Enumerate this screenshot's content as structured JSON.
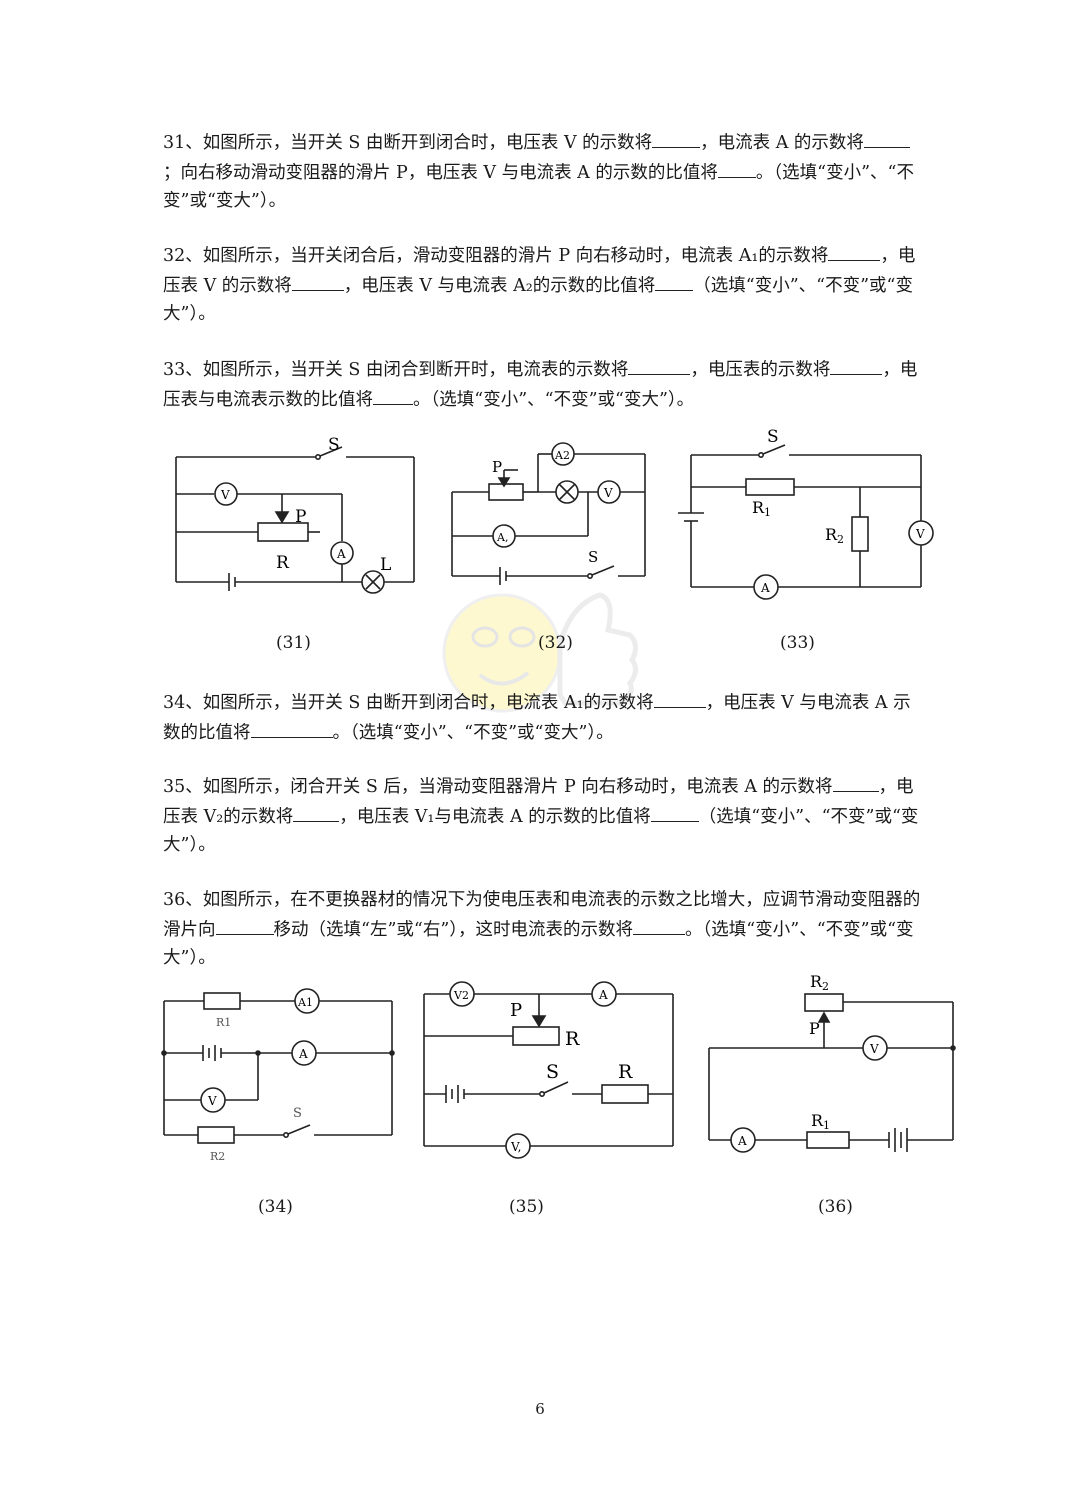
{
  "questions": [
    {
      "id": "q31",
      "segments": [
        "31、如图所示，当开关 S 由断开到闭合时，电压表 V 的示数将",
        "，电流表 A 的示数将",
        "；向右移动滑动变阻器的滑片 P，电压表 V 与电流表 A 的示数的比值将",
        "。（选填“变小”、“不变”或“变大”）。"
      ]
    },
    {
      "id": "q32",
      "segments": [
        "32、如图所示，当开关闭合后，滑动变阻器的滑片 P 向右移动时，电流表 A₁的示数将",
        "，电压表 V 的示数将",
        "，电压表 V 与电流表 A₂的示数的比值将",
        "（选填“变小”、“不变”或“变大”）。"
      ]
    },
    {
      "id": "q33",
      "segments": [
        "33、如图所示，当开关 S 由闭合到断开时，电流表的示数将",
        "，电压表的示数将",
        "，电压表与电流表示数的比值将",
        "。（选填“变小”、“不变”或“变大”）。"
      ]
    },
    {
      "id": "q34",
      "segments": [
        "34、如图所示，当开关 S 由断开到闭合时，电流表 A₁的示数将",
        "，电压表 V 与电流表 A 示数的比值将",
        "。（选填“变小”、“不变”或“变大”）。"
      ]
    },
    {
      "id": "q35",
      "segments": [
        "35、如图所示，闭合开关 S 后，当滑动变阻器滑片 P 向右移动时，电流表 A 的示数将",
        "，电压表 V₂的示数将",
        "，电压表 V₁与电流表 A 的示数的比值将",
        "（选填“变小”、“不变”或“变大”）。"
      ]
    },
    {
      "id": "q36",
      "segments": [
        "36、如图所示，在不更换器材的情况下为使电压表和电流表的示数之比增大，应调节滑动变阻器的滑片向",
        "移动（选填“左”或“右”），这时电流表的示数将",
        "。（选填“变小”、“不变”或“变大”）。"
      ]
    }
  ],
  "captions": [
    "(31)",
    "(32)",
    "(33)",
    "(34)",
    "(35)",
    "(36)"
  ],
  "labels": {
    "fig31": {
      "S": "S",
      "V": "V",
      "P": "P",
      "R": "R",
      "A": "A",
      "L": "L"
    },
    "fig32": {
      "P": "P",
      "A2": "A2",
      "V": "V",
      "A1": "A,",
      "S": "S"
    },
    "fig33": {
      "S": "S",
      "R1": "R",
      "R1sub": "1",
      "R2": "R",
      "R2sub": "2",
      "V": "V",
      "A": "A"
    },
    "fig34": {
      "R1": "R1",
      "A1": "A1",
      "A": "A",
      "V": "V",
      "S": "S",
      "R2": "R2"
    },
    "fig35": {
      "V2": "V2",
      "P": "P",
      "A": "A",
      "R_top": "R",
      "S": "S",
      "R_bottom": "R",
      "V1": "V,"
    },
    "fig36": {
      "R2": "R",
      "R2sub": "2",
      "P": "P",
      "V": "V",
      "A": "A",
      "R1": "R",
      "R1sub": "1"
    }
  },
  "page_number": "6"
}
